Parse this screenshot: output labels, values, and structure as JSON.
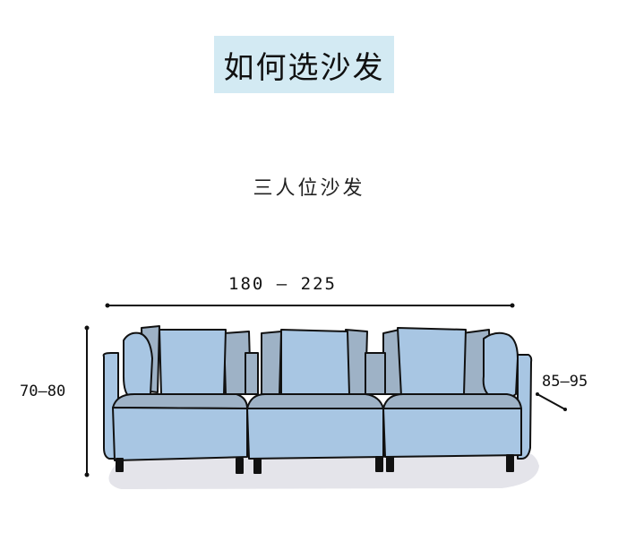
{
  "header": {
    "title": "如何选沙发",
    "title_bg_color": "#d3eaf3"
  },
  "section": {
    "subtitle": "三人位沙发"
  },
  "dimensions": {
    "width_label": "180 – 225",
    "height_label": "70–80",
    "depth_label": "85–95"
  },
  "illustration": {
    "subject": "three-seat-sofa",
    "seat_count": 3,
    "colors": {
      "upholstery": "#a8c6e3",
      "back_cushion": "#9eb2c6",
      "outline": "#111111",
      "shadow": "#e4e4ea",
      "legs": "#111111"
    }
  }
}
